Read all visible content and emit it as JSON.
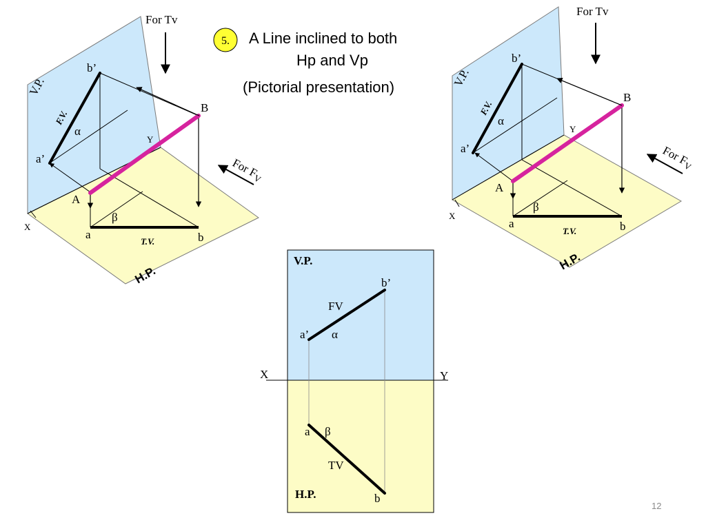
{
  "slide": {
    "number_badge": "5.",
    "title_line1": "A Line inclined to both",
    "title_line2": "Hp and Vp",
    "subtitle": "(Pictorial presentation)",
    "page_number": "12"
  },
  "colors": {
    "vp_fill": "#cce8fb",
    "hp_fill": "#fdfcc6",
    "true_line": "#d6239e",
    "badge_fill": "#ffff33"
  },
  "left_pictorial": {
    "for_tv": "For Tv",
    "for_fv": "For F",
    "for_fv_sub": "V",
    "vp_label": "V.P.",
    "hp_label": "H.P.",
    "fv_label": "F.V.",
    "tv_label": "T.V.",
    "alpha": "α",
    "beta": "β",
    "a_dash": "a’",
    "b_dash": "b’",
    "A": "A",
    "B": "B",
    "a": "a",
    "b": "b",
    "x": "X",
    "y": "Y"
  },
  "right_pictorial": {
    "for_tv": "For Tv",
    "for_fv": "For F",
    "for_fv_sub": "V",
    "vp_label": "V.P.",
    "hp_label": "H.P.",
    "fv_label": "F.V.",
    "tv_label": "T.V.",
    "alpha": "α",
    "beta": "β",
    "a_dash": "a’",
    "b_dash": "b’",
    "A": "A",
    "B": "B",
    "a": "a",
    "b": "b",
    "x": "X",
    "y": "Y"
  },
  "orthographic": {
    "vp_label": "V.P.",
    "hp_label": "H.P.",
    "fv_label": "FV",
    "tv_label": "TV",
    "alpha": "α",
    "beta": "β",
    "a_dash": "a’",
    "b_dash": "b’",
    "a": "a",
    "b": "b",
    "x": "X",
    "y": "Y"
  }
}
